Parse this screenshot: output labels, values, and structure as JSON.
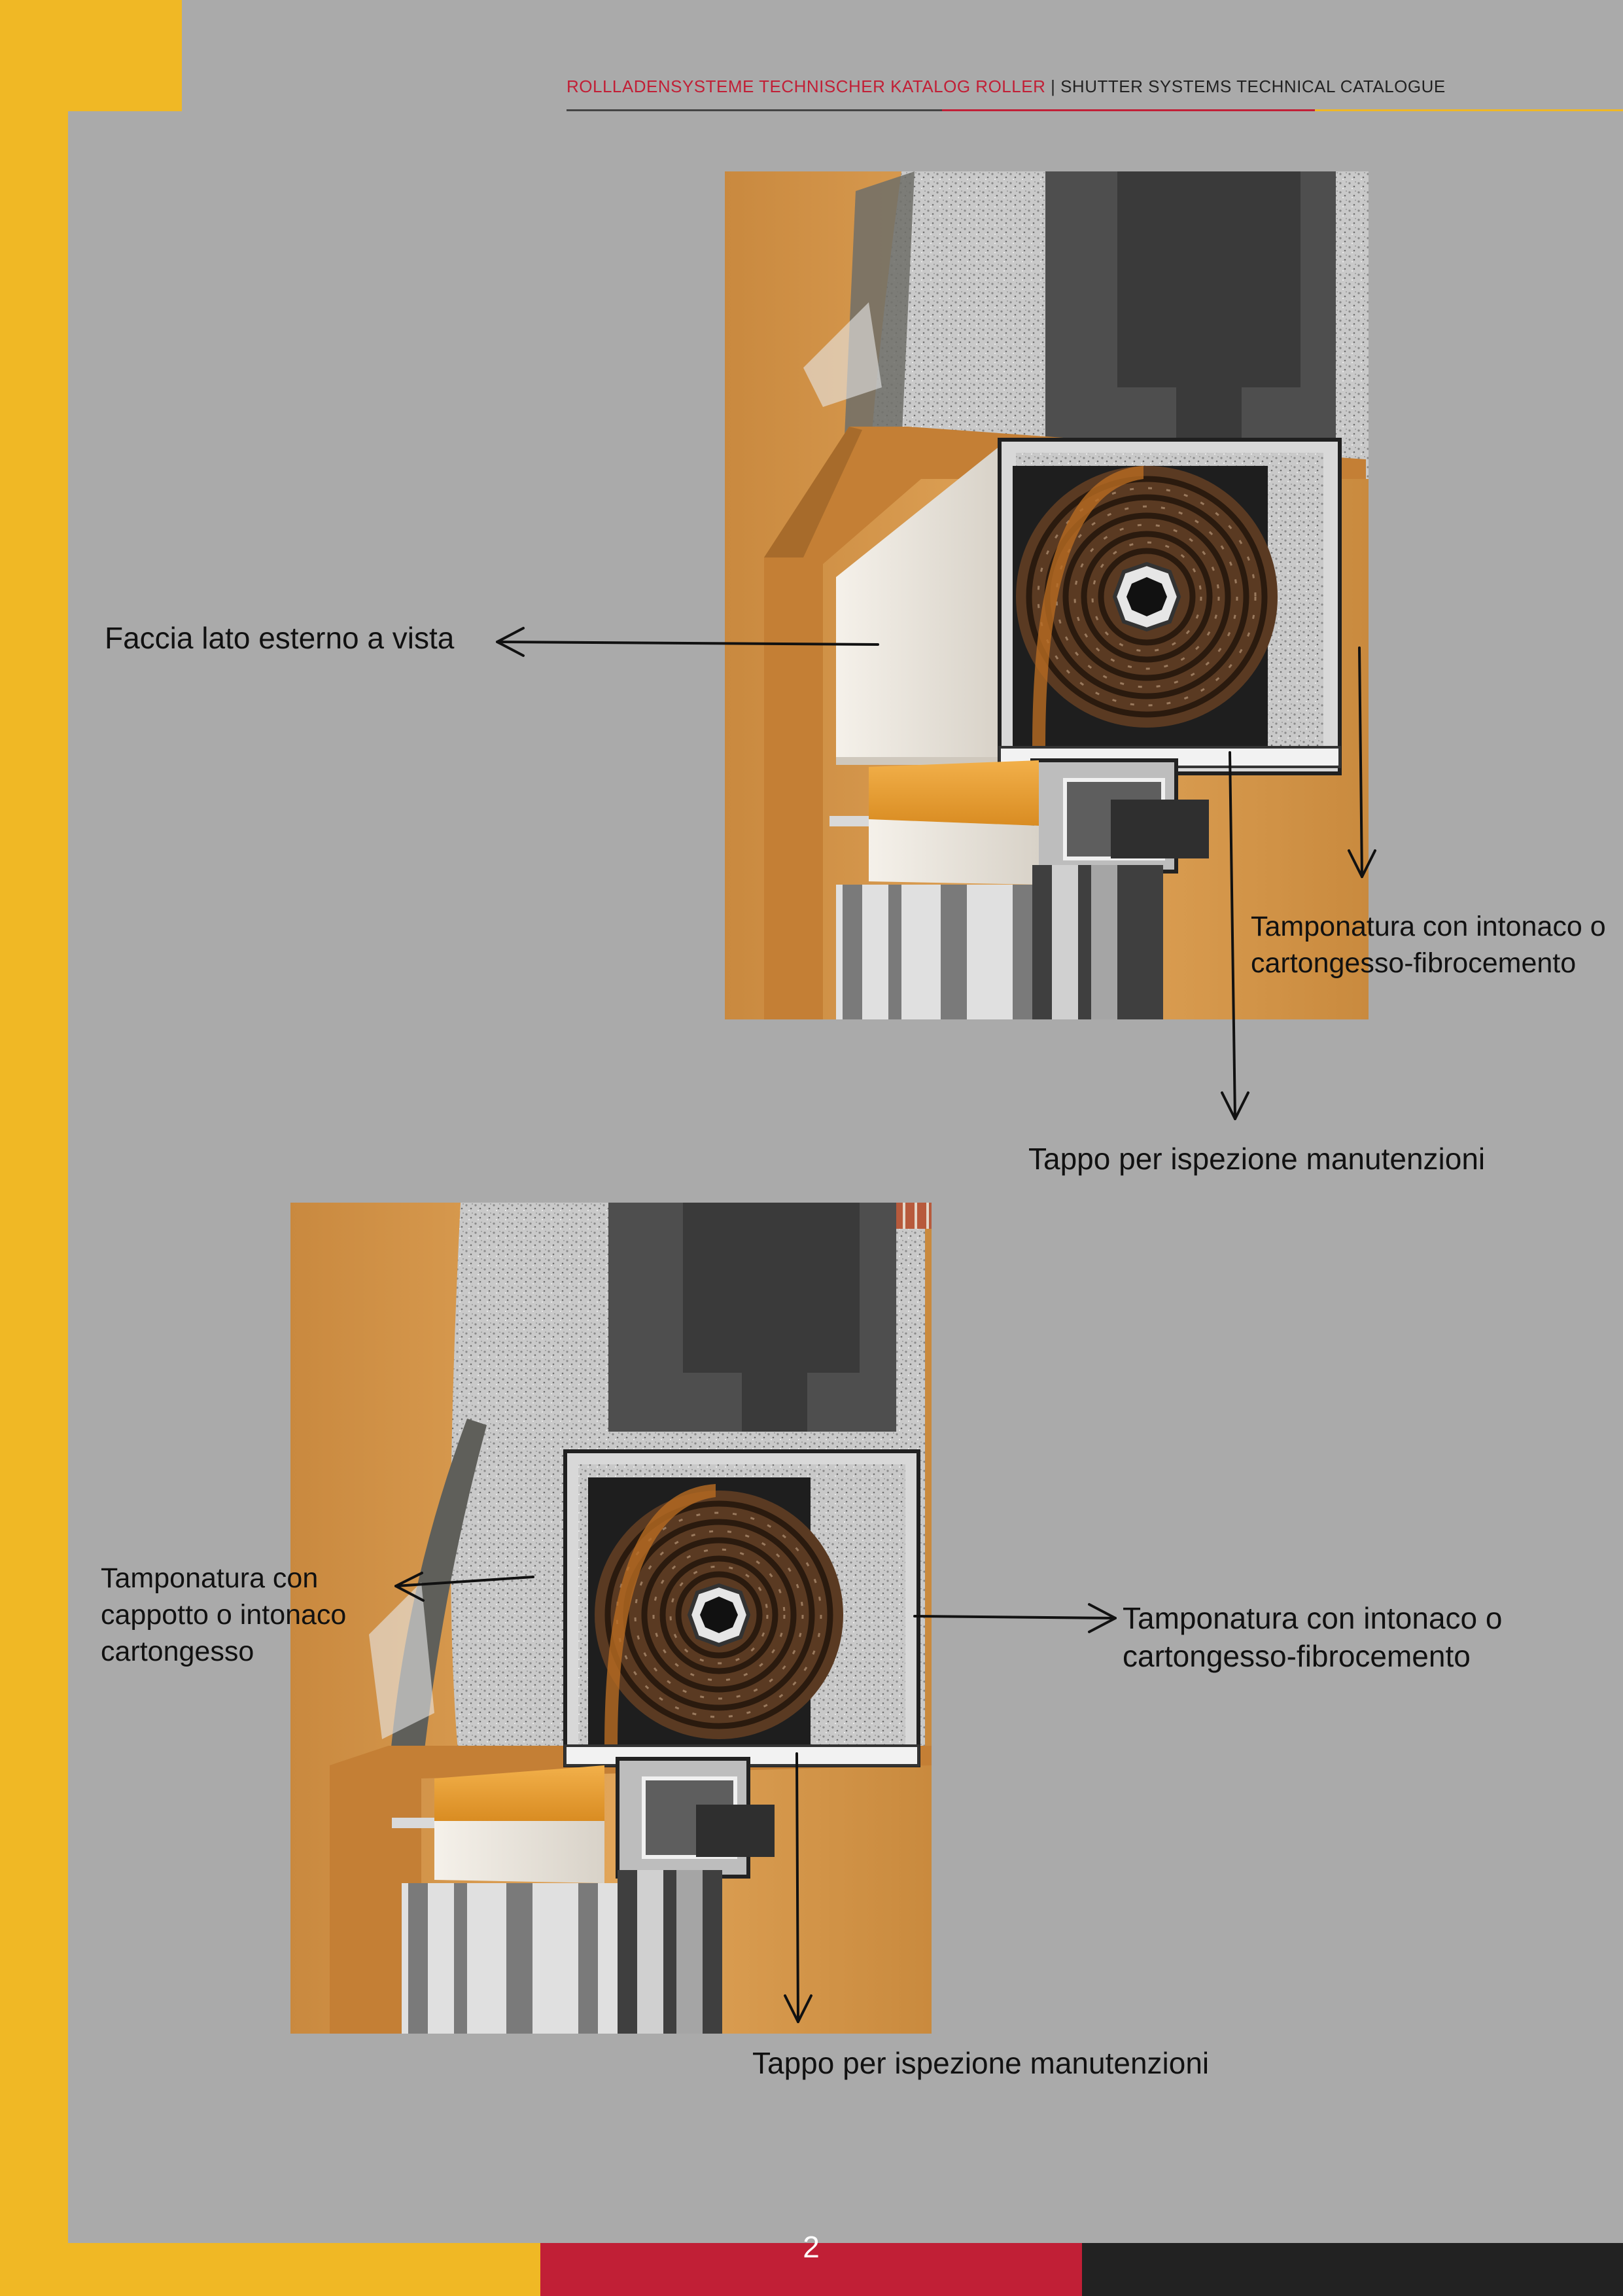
{
  "header": {
    "title_de": "ROLLLADENSYSTEME TECHNISCHER KATALOG ROLLER",
    "separator": "|",
    "title_en": "SHUTTER SYSTEMS TECHNICAL CATALOGUE"
  },
  "figure_top": {
    "label_front": "Faccia lato esterno a vista",
    "label_infill_line1": "Tamponatura con intonaco o",
    "label_infill_line2": "cartongesso-fibrocemento",
    "label_inspection": "Tappo per ispezione manutenzioni"
  },
  "figure_bottom": {
    "label_coat_line1": "Tamponatura con",
    "label_coat_line2": "cappotto o intonaco",
    "label_coat_line3": "cartongesso",
    "label_infill_line1": "Tamponatura con intonaco o",
    "label_infill_line2": "cartongesso-fibrocemento",
    "label_inspection": "Tappo per ispezione manutenzioni"
  },
  "footer": {
    "page_number": "2"
  },
  "colors": {
    "yellow": "#f0b825",
    "red": "#c11f36",
    "black": "#222222",
    "background": "#aaaaaa"
  }
}
